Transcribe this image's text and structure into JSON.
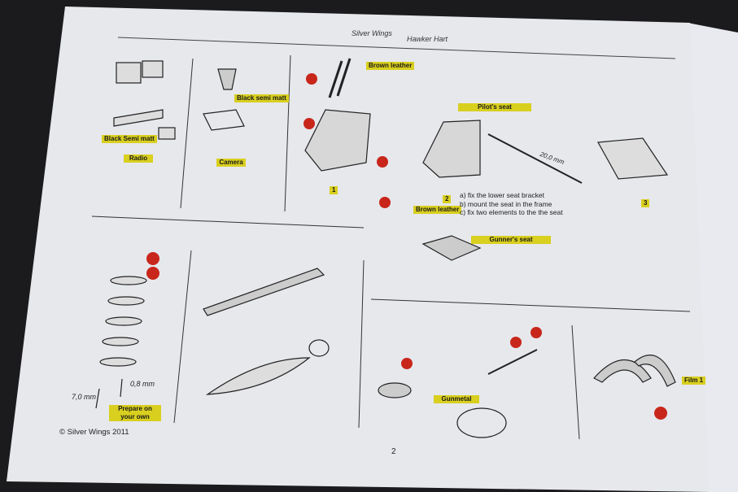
{
  "header": {
    "brand": "Silver Wings",
    "model": "Hawker Hart"
  },
  "labels": {
    "brown_leather_1": "Brown leather",
    "black_semi_matt_camera": "Black semi matt",
    "black_semi_matt_radio": "Black Semi matt",
    "radio": "Radio",
    "camera": "Camera",
    "pilots_seat": "Pilot's seat",
    "step_1": "1",
    "step_2": "2",
    "step_3": "3",
    "brown_leather_2": "Brown leather",
    "gunners_seat": "Gunner's seat",
    "prepare": "Prepare on your own",
    "gunmetal": "Gunmetal",
    "film": "Film  1"
  },
  "instructions": [
    "a) fix the lower seat bracket",
    "b) mount the seat in the frame",
    "c) fix two elements to the the seat"
  ],
  "dimensions": {
    "rod": "20,0 mm",
    "pin_length": "7,0 mm",
    "pin_diameter": "0,8 mm"
  },
  "footer": {
    "copyright": "© Silver Wings 2011",
    "page_number": "2"
  },
  "colors": {
    "highlight": "#d9cf1f",
    "pe_badge": "#c8261b",
    "paper": "#e9ebee",
    "background": "#1b1b1d"
  }
}
